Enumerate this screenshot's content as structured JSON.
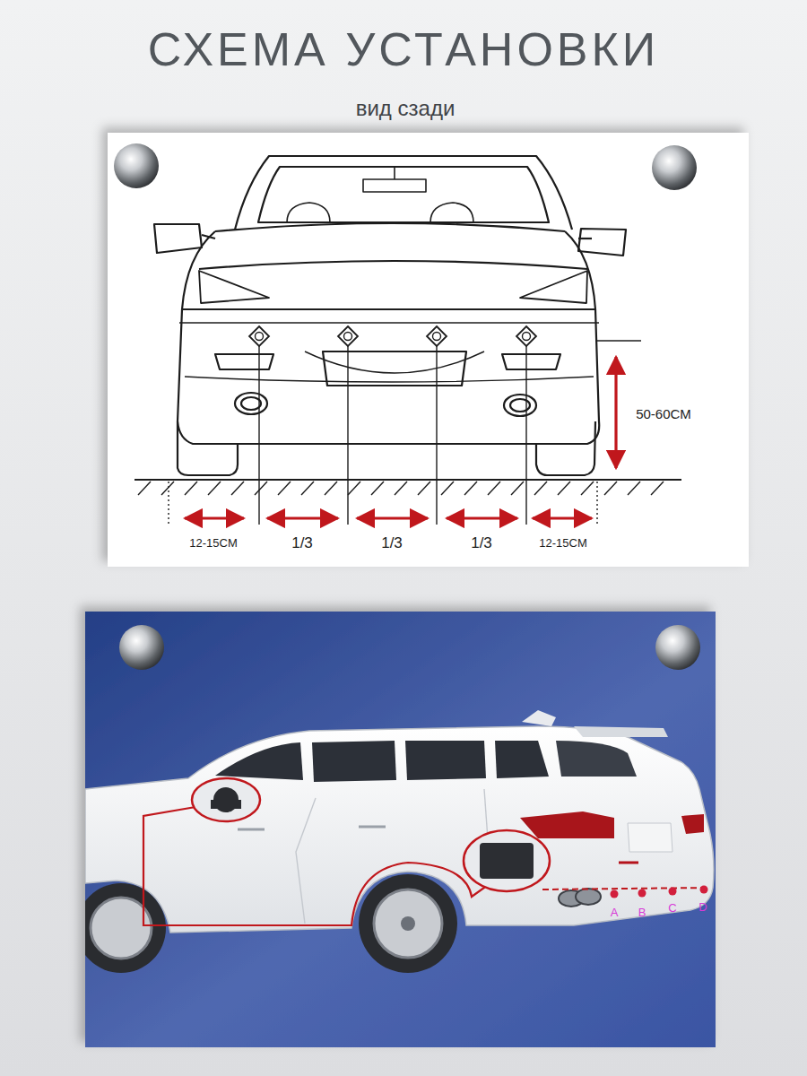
{
  "diagram": {
    "title": "СХЕМА УСТАНОВКИ",
    "labels": [
      "вид сзади",
      "50-60CM",
      "12-15CM",
      "1/3",
      "1/3",
      "1/3",
      "12-15CM",
      "A",
      "B",
      "C",
      "D"
    ]
  }
}
